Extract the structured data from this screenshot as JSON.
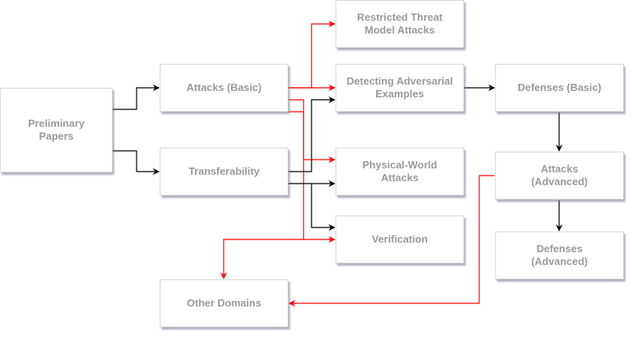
{
  "colors": {
    "black_edge": "#000000",
    "red_edge": "#ff0000",
    "node_text": "#9a9a9a"
  },
  "nodes": {
    "preliminary": "Preliminary\nPapers",
    "attacks_basic": "Attacks (Basic)",
    "transferability": "Transferability",
    "restricted": "Restricted Threat\nModel Attacks",
    "detecting": "Detecting Adversarial\nExamples",
    "physical": "Physical-World\nAttacks",
    "verification": "Verification",
    "other_domains": "Other Domains",
    "defenses_basic": "Defenses (Basic)",
    "attacks_advanced": "Attacks\n(Advanced)",
    "defenses_advanced": "Defenses\n(Advanced)"
  },
  "edges": [
    {
      "from": "Preliminary Papers",
      "to": "Attacks (Basic)",
      "color": "black"
    },
    {
      "from": "Preliminary Papers",
      "to": "Transferability",
      "color": "black"
    },
    {
      "from": "Attacks (Basic)",
      "to": "Restricted Threat Model Attacks",
      "color": "red"
    },
    {
      "from": "Attacks (Basic)",
      "to": "Detecting Adversarial Examples",
      "color": "red"
    },
    {
      "from": "Attacks (Basic)",
      "to": "Physical-World Attacks",
      "color": "red"
    },
    {
      "from": "Attacks (Basic)",
      "to": "Verification",
      "color": "red"
    },
    {
      "from": "Attacks (Basic)",
      "to": "Other Domains",
      "color": "red"
    },
    {
      "from": "Transferability",
      "to": "Detecting Adversarial Examples",
      "color": "black"
    },
    {
      "from": "Transferability",
      "to": "Physical-World Attacks",
      "color": "black"
    },
    {
      "from": "Transferability",
      "to": "Verification",
      "color": "black"
    },
    {
      "from": "Detecting Adversarial Examples",
      "to": "Defenses (Basic)",
      "color": "black"
    },
    {
      "from": "Defenses (Basic)",
      "to": "Attacks (Advanced)",
      "color": "black"
    },
    {
      "from": "Attacks (Advanced)",
      "to": "Defenses (Advanced)",
      "color": "black"
    },
    {
      "from": "Attacks (Advanced)",
      "to": "Other Domains",
      "color": "red"
    }
  ]
}
